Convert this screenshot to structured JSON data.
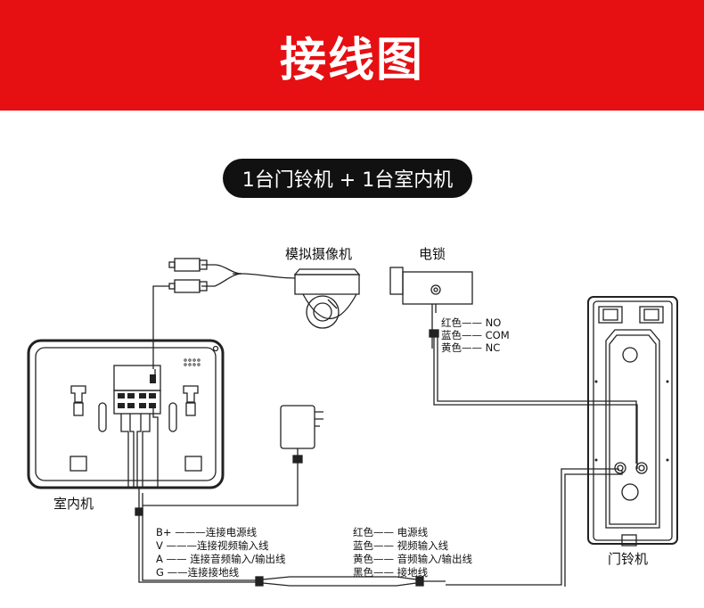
{
  "header": {
    "title": "接线图"
  },
  "subtitle": "1台门铃机 + 1台室内机",
  "labels": {
    "camera": "模拟摄像机",
    "lock": "电锁",
    "indoor": "室内机",
    "doorbell": "门铃机"
  },
  "lock_wires": [
    {
      "color": "红色",
      "dash": "——",
      "term": "NO"
    },
    {
      "color": "蓝色",
      "dash": "——",
      "term": "COM"
    },
    {
      "color": "黄色",
      "dash": "——",
      "term": "NC"
    }
  ],
  "indoor_wires": [
    {
      "pin": "B+",
      "dash": "———",
      "desc": "连接电源线"
    },
    {
      "pin": "V",
      "dash": "———",
      "desc": "连接视频输入线"
    },
    {
      "pin": "A",
      "dash": "——",
      "desc": "连接音频输入/输出线"
    },
    {
      "pin": "G",
      "dash": "——",
      "desc": "连接接地线"
    }
  ],
  "doorbell_wires": [
    {
      "color": "红色",
      "dash": "——",
      "desc": "电源线"
    },
    {
      "color": "蓝色",
      "dash": "——",
      "desc": "视频输入线"
    },
    {
      "color": "黄色",
      "dash": "——",
      "desc": "音频输入/输出线"
    },
    {
      "color": "黑色",
      "dash": "——",
      "desc": "接地线"
    }
  ],
  "colors": {
    "banner": "#e60f12",
    "pill": "#111111",
    "line": "#222222"
  }
}
